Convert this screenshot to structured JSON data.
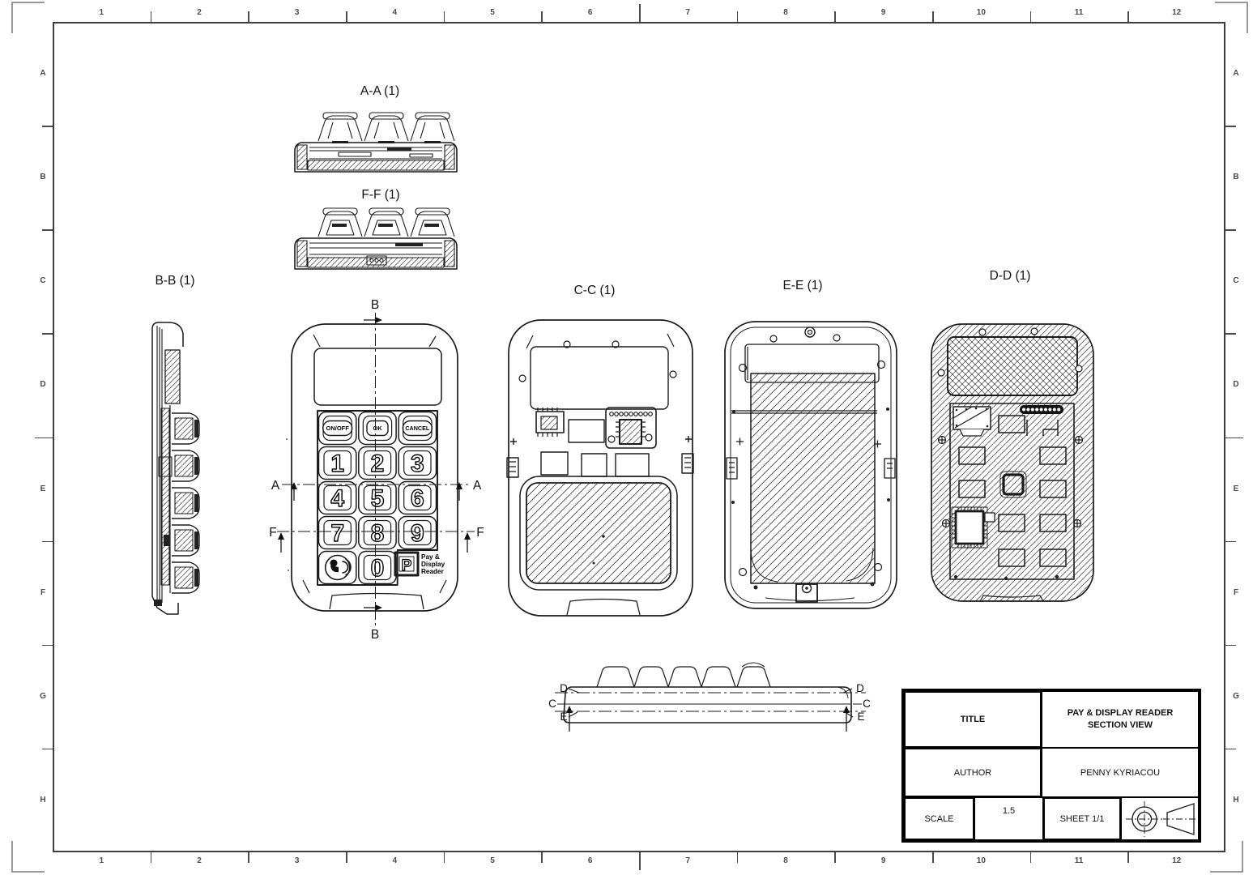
{
  "sheet": {
    "grid": {
      "columns": [
        "1",
        "2",
        "3",
        "4",
        "5",
        "6",
        "7",
        "8",
        "9",
        "10",
        "11",
        "12"
      ],
      "rows": [
        "A",
        "B",
        "C",
        "D",
        "E",
        "F",
        "G",
        "H"
      ]
    },
    "line_color": "#1a1a1a",
    "background": "#ffffff"
  },
  "views": {
    "section_aa": {
      "label": "A-A (1)"
    },
    "section_ff": {
      "label": "F-F (1)"
    },
    "section_bb": {
      "label": "B-B (1)"
    },
    "section_cc": {
      "label": "C-C (1)"
    },
    "section_ee": {
      "label": "E-E (1)"
    },
    "section_dd": {
      "label": "D-D (1)"
    }
  },
  "front_view": {
    "cut_labels": {
      "b_top": "B",
      "b_bottom": "B",
      "a_left": "A",
      "a_right": "A",
      "f_left": "F",
      "f_right": "F"
    },
    "keypad": {
      "function_keys": [
        "ON/OFF",
        "OK",
        "CANCEL"
      ],
      "digit_rows": [
        [
          "1",
          "2",
          "3"
        ],
        [
          "4",
          "5",
          "6"
        ],
        [
          "7",
          "8",
          "9"
        ]
      ],
      "zero_key": "0",
      "audio_key_icon": "speaker-voice-icon"
    },
    "logo": {
      "monogram": "P",
      "line1": "Pay &",
      "line2": "Display",
      "line3": "Reader"
    }
  },
  "profile_view": {
    "cut_labels_left": [
      "D",
      "C",
      "E"
    ],
    "cut_labels_right": [
      "D",
      "C",
      "E"
    ]
  },
  "title_block": {
    "title_label": "TITLE",
    "title_value_line1": "PAY & DISPLAY READER",
    "title_value_line2": "SECTION VIEW",
    "author_label": "AUTHOR",
    "author_value": "PENNY KYRIACOU",
    "scale_label": "SCALE",
    "scale_value": "1.5",
    "sheet_label": "SHEET 1/1"
  }
}
